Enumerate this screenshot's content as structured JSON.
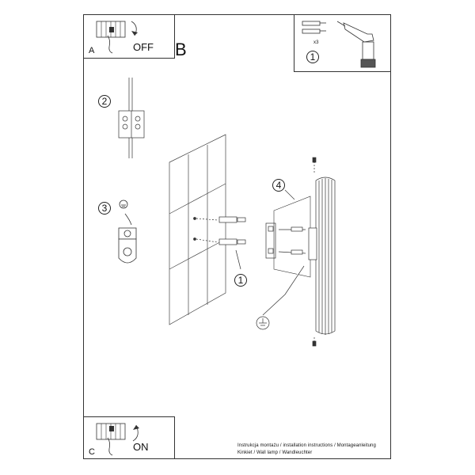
{
  "panel_a": {
    "letter": "A",
    "action": "OFF"
  },
  "panel_b": {
    "letter": "B"
  },
  "panel_c": {
    "letter": "C",
    "action": "ON"
  },
  "tools_box": {
    "step": "1",
    "plug_count": "x3"
  },
  "steps": {
    "wiring": "2",
    "grounding": "3",
    "screws": "1",
    "lamp": "4"
  },
  "footer": {
    "line1": "Instrukcja montażu / installation instructions / Montageanleitung",
    "line2": "Kinkiet / Wall lamp / Wandleuchter"
  },
  "colors": {
    "line": "#333333",
    "background": "#ffffff"
  }
}
